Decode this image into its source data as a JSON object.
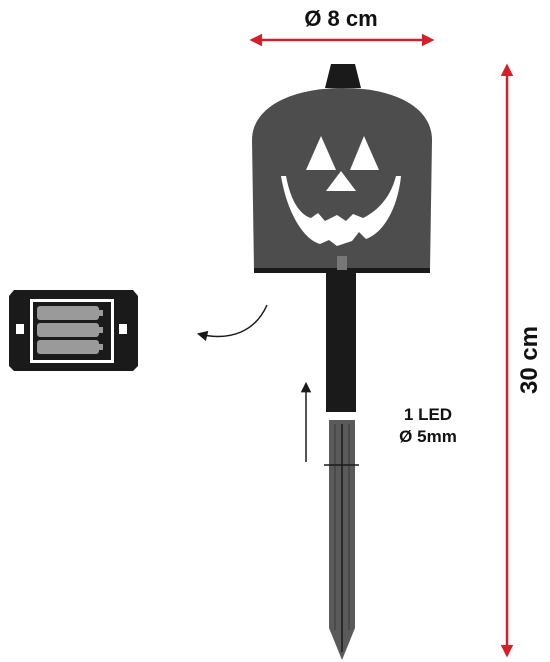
{
  "dimensions": {
    "diameter_label": "Ø 8 cm",
    "height_label": "30 cm"
  },
  "led": {
    "count_label": "1 LED",
    "size_label": "Ø 5mm"
  },
  "colors": {
    "arrow_red": "#d71f2a",
    "lamp_dark": "#4d4d4d",
    "stake_grey": "#5a5a5a",
    "black": "#1a1a1a",
    "battery_grey": "#9a9a9a"
  },
  "icons": {
    "battery_box": "battery-box-icon",
    "pumpkin_face": "jack-o-lantern-face-icon",
    "curved_arrow": "curved-arrow-icon",
    "up_arrow": "up-arrow-icon"
  }
}
